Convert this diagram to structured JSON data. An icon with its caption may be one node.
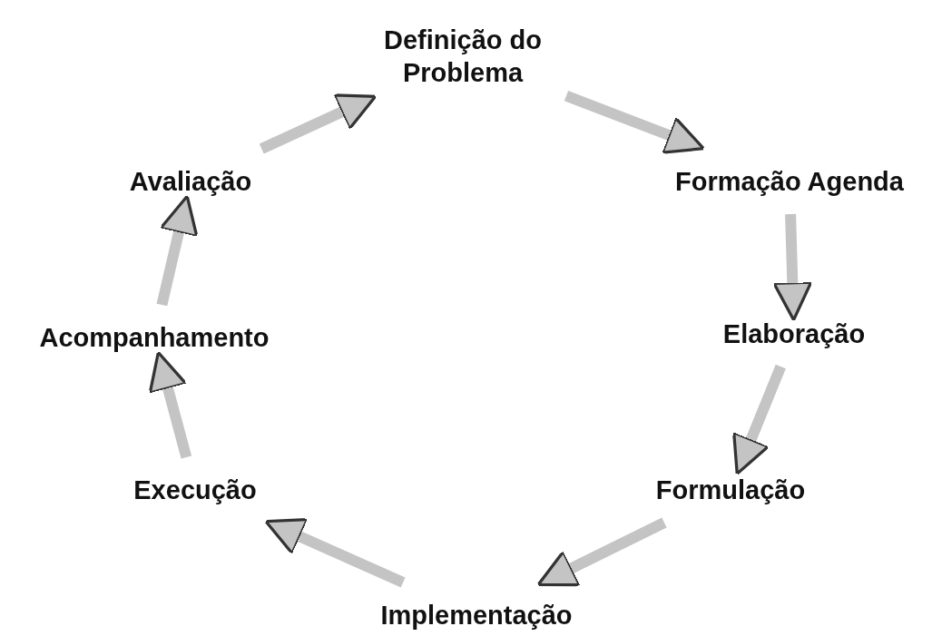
{
  "diagram": {
    "nodes": [
      {
        "text": [
          "Definição do Problema"
        ]
      },
      {
        "text": [
          "Formação Agenda"
        ]
      },
      {
        "text": [
          "Elaboração"
        ]
      },
      {
        "text": [
          "Formulação"
        ]
      },
      {
        "text": [
          "Implementação"
        ]
      },
      {
        "text": [
          "Execução"
        ]
      },
      {
        "text": [
          "Acompanhamento"
        ]
      },
      {
        "text": [
          "Avaliação"
        ]
      }
    ],
    "edges": [
      {
        "from": 0,
        "to": 1,
        "arrow": "to"
      },
      {
        "from": 1,
        "to": 2,
        "arrow": "to"
      },
      {
        "from": 2,
        "to": 3,
        "arrow": "to"
      },
      {
        "from": 3,
        "to": 4,
        "arrow": "to"
      },
      {
        "from": 4,
        "to": 5,
        "arrow": "to"
      },
      {
        "from": 5,
        "to": 6,
        "arrow": "to"
      },
      {
        "from": 6,
        "to": 7,
        "arrow": "to"
      },
      {
        "from": 7,
        "to": 0,
        "arrow": "to"
      }
    ]
  }
}
